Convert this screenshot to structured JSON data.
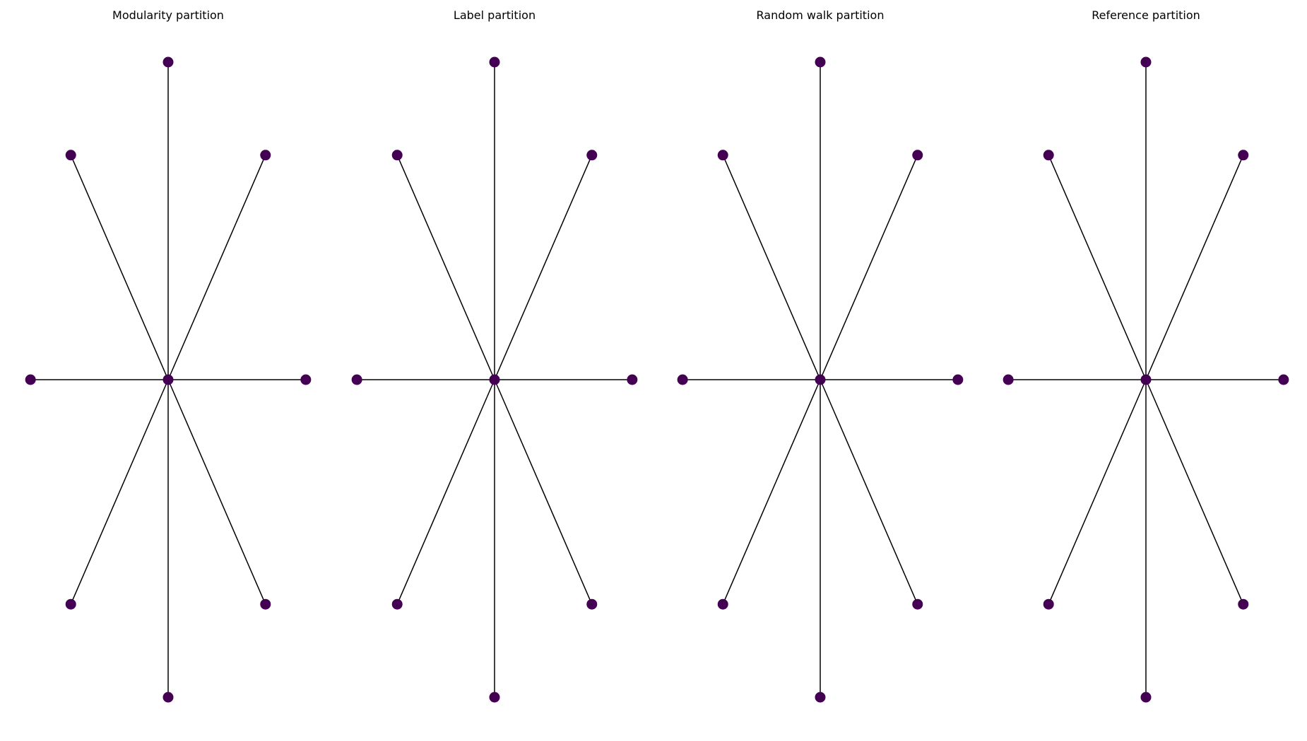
{
  "graph": {
    "node_color": "#440154",
    "edge_color": "#000000",
    "hub": "0",
    "nodes": [
      "0",
      "1",
      "2",
      "3",
      "4",
      "5",
      "6",
      "7",
      "8"
    ],
    "edges": [
      [
        "0",
        "1"
      ],
      [
        "0",
        "2"
      ],
      [
        "0",
        "3"
      ],
      [
        "0",
        "4"
      ],
      [
        "0",
        "5"
      ],
      [
        "0",
        "6"
      ],
      [
        "0",
        "7"
      ],
      [
        "0",
        "8"
      ]
    ]
  },
  "panels": [
    {
      "id": "modularity",
      "title": "Modularity partition",
      "communities": [
        0,
        0,
        0,
        0,
        0,
        0,
        0,
        0,
        0
      ]
    },
    {
      "id": "label",
      "title": "Label partition",
      "communities": [
        0,
        0,
        0,
        0,
        0,
        0,
        0,
        0,
        0
      ]
    },
    {
      "id": "random-walk",
      "title": "Random walk partition",
      "communities": [
        0,
        0,
        0,
        0,
        0,
        0,
        0,
        0,
        0
      ]
    },
    {
      "id": "reference",
      "title": "Reference partition",
      "communities": [
        0,
        0,
        0,
        0,
        0,
        0,
        0,
        0,
        0
      ]
    }
  ]
}
